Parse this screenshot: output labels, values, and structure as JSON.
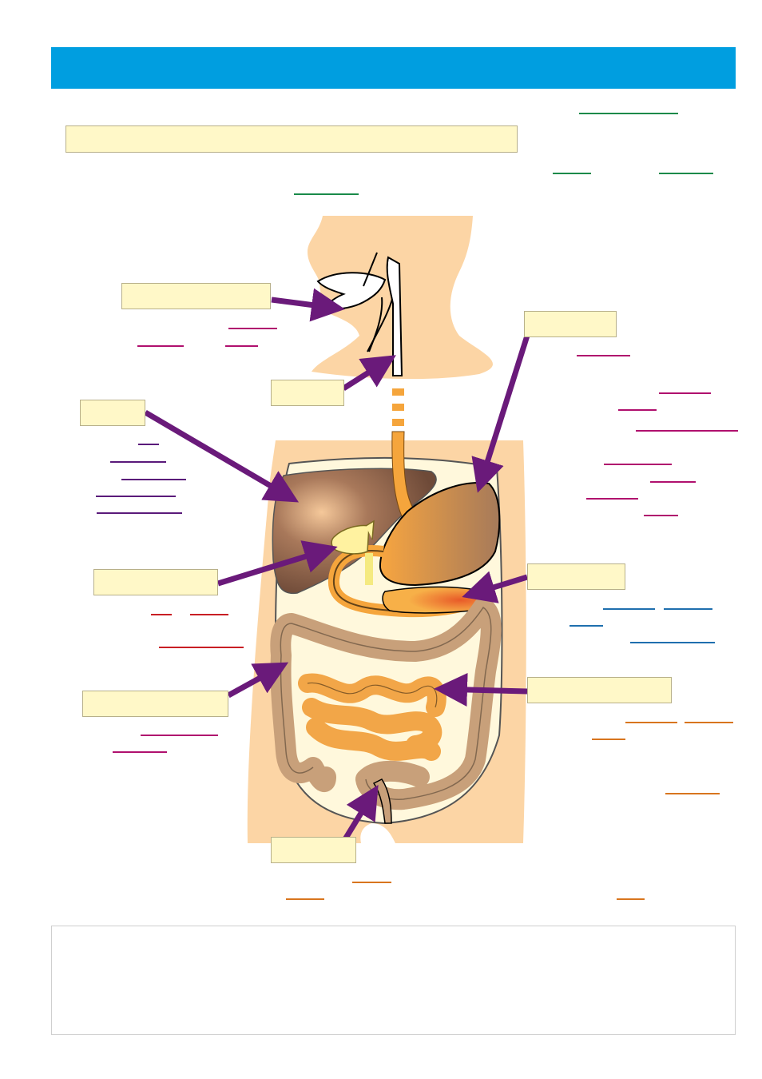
{
  "colors": {
    "banner": "#009ee0",
    "answer_box": "#fff8c8",
    "arrow": "#6a1a7a",
    "skin": "#fcd5a5",
    "liver": "#8a6048",
    "stomach": "#e8943a",
    "small_intestine": "#f0a040",
    "large_intestine": "#c8a07a",
    "pancreas": "#f5a640",
    "gallbladder": "#fff2a0",
    "abdomen_cavity": "#fff8dc",
    "line_green": "#1a8a4a",
    "line_magenta": "#b0106e",
    "line_purple": "#5a1a7a",
    "line_red": "#c81e24",
    "line_blue": "#1f6fae",
    "line_orange": "#d8751e"
  },
  "icons": [
    "arrow-mouth",
    "arrow-oesophagus",
    "arrow-stomach",
    "arrow-liver",
    "arrow-gall-bladder",
    "arrow-pancreas",
    "arrow-small-intestine",
    "arrow-large-intestine",
    "arrow-rectum"
  ]
}
